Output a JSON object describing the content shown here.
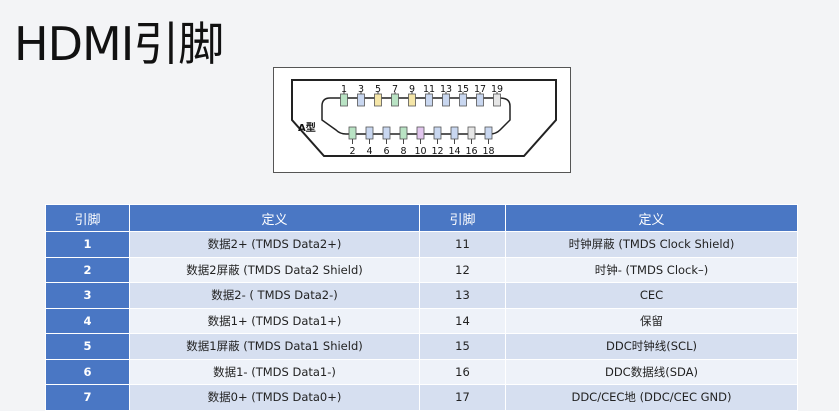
{
  "title": "HDMI引脚",
  "diagram": {
    "type_label": "A型",
    "top_pins": [
      "1",
      "3",
      "5",
      "7",
      "9",
      "11",
      "13",
      "15",
      "17",
      "19"
    ],
    "bottom_pins": [
      "2",
      "4",
      "6",
      "8",
      "10",
      "12",
      "14",
      "16",
      "18"
    ],
    "top_colors": [
      "#b9e3c4",
      "#c9d7f0",
      "#f5e6a8",
      "#b9e3c4",
      "#f5e6a8",
      "#c9d7f0",
      "#c9d7f0",
      "#c9d7f0",
      "#c9d7f0",
      "#e6e6e6"
    ],
    "bottom_colors": [
      "#b9e3c4",
      "#c9d7f0",
      "#c9d7f0",
      "#b9e3c4",
      "#e2c6ee",
      "#c9d7f0",
      "#c9d7f0",
      "#e6e6e6",
      "#c9d7f0"
    ]
  },
  "table": {
    "headers": [
      "引脚",
      "定义",
      "引脚",
      "定义"
    ],
    "rows": [
      {
        "pin_a": "1",
        "def_a": "数据2+ (TMDS Data2+)",
        "pin_b": "11",
        "def_b": "时钟屏蔽 (TMDS Clock Shield)"
      },
      {
        "pin_a": "2",
        "def_a": "数据2屏蔽  (TMDS Data2 Shield)",
        "pin_b": "12",
        "def_b": "时钟- (TMDS Clock–)"
      },
      {
        "pin_a": "3",
        "def_a": "数据2- ( TMDS Data2-)",
        "pin_b": "13",
        "def_b": "CEC"
      },
      {
        "pin_a": "4",
        "def_a": "数据1+ (TMDS Data1+)",
        "pin_b": "14",
        "def_b": "保留"
      },
      {
        "pin_a": "5",
        "def_a": "数据1屏蔽  (TMDS Data1 Shield)",
        "pin_b": "15",
        "def_b": "DDC时钟线(SCL)"
      },
      {
        "pin_a": "6",
        "def_a": "数据1- (TMDS Data1-)",
        "pin_b": "16",
        "def_b": "DDC数据线(SDA)"
      },
      {
        "pin_a": "7",
        "def_a": "数据0+ (TMDS Data0+)",
        "pin_b": "17",
        "def_b": "DDC/CEC地  (DDC/CEC GND)"
      }
    ]
  }
}
